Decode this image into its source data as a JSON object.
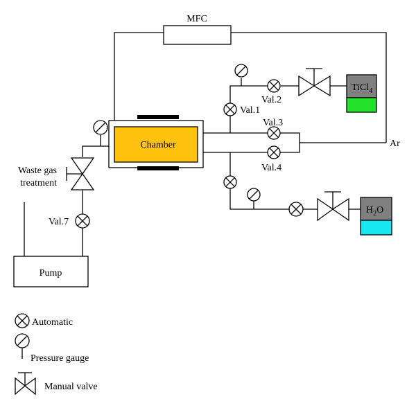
{
  "diagram": {
    "mfc_label": "MFC",
    "ar_label": "Ar",
    "chamber_label": "Chamber",
    "ticl4_main": "TiCl",
    "ticl4_sub": "4",
    "h2o_h": "H",
    "h2o_sub": "2",
    "h2o_o": "O",
    "val1": "Val.1",
    "val2": "Val.2",
    "val3": "Val.3",
    "val4": "Val.4",
    "val7": "Val.7",
    "waste_line1": "Waste gas",
    "waste_line2": "treatment",
    "pump_label": "Pump"
  },
  "legend": {
    "automatic": "Automatic",
    "pressure_gauge": "Pressure gauge",
    "manual_valve": "Manual valve"
  },
  "colors": {
    "chamber_fill": "#FFC20E",
    "heater_fill": "#000000",
    "ticl4_liquid": "#22E32A",
    "h2o_liquid": "#18E6F0",
    "precursor_top": "#808080"
  }
}
